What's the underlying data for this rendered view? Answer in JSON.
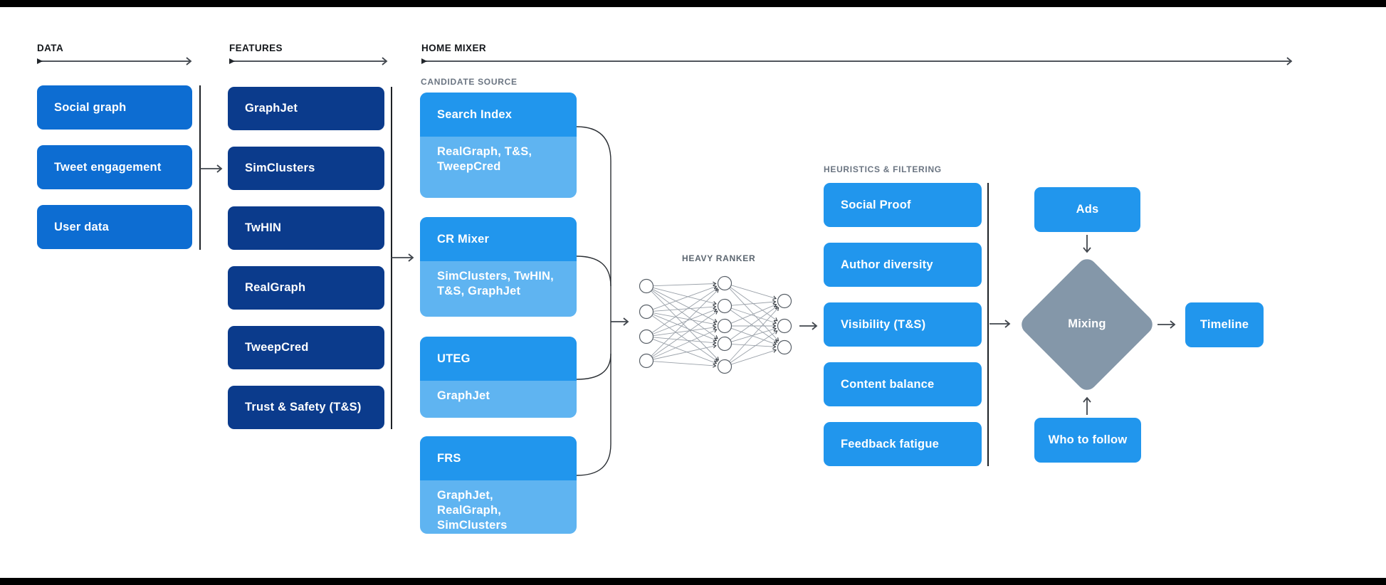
{
  "colors": {
    "data_blue": "#0d6dd2",
    "feature_navy": "#0b3b8c",
    "azure": "#2196ed",
    "light_azure": "#5fb4f1",
    "diamond_gray": "#8497a9",
    "section_label": "#14171b",
    "sub_label_gray": "#6b7582",
    "frame_bar": "#000000"
  },
  "sections": {
    "data": {
      "label": "DATA",
      "items": [
        "Social graph",
        "Tweet engagement",
        "User data"
      ]
    },
    "features": {
      "label": "FEATURES",
      "items": [
        "GraphJet",
        "SimClusters",
        "TwHIN",
        "RealGraph",
        "TweepCred",
        "Trust & Safety (T&S)"
      ]
    },
    "home_mixer": {
      "label": "HOME MIXER",
      "candidate_source": {
        "label": "CANDIDATE SOURCE",
        "cards": [
          {
            "title": "Search Index",
            "sources": "RealGraph, T&S, TweepCred"
          },
          {
            "title": "CR Mixer",
            "sources": "SimClusters, TwHIN, T&S, GraphJet"
          },
          {
            "title": "UTEG",
            "sources": "GraphJet"
          },
          {
            "title": "FRS",
            "sources": "GraphJet, RealGraph, SimClusters"
          }
        ]
      },
      "heavy_ranker": {
        "label": "HEAVY RANKER"
      },
      "heuristics": {
        "label": "HEURISTICS & FILTERING",
        "items": [
          "Social Proof",
          "Author diversity",
          "Visibility (T&S)",
          "Content balance",
          "Feedback fatigue"
        ]
      },
      "mixing_stage": {
        "ads": "Ads",
        "mixing": "Mixing",
        "who_to_follow": "Who to follow",
        "timeline": "Timeline"
      }
    }
  }
}
